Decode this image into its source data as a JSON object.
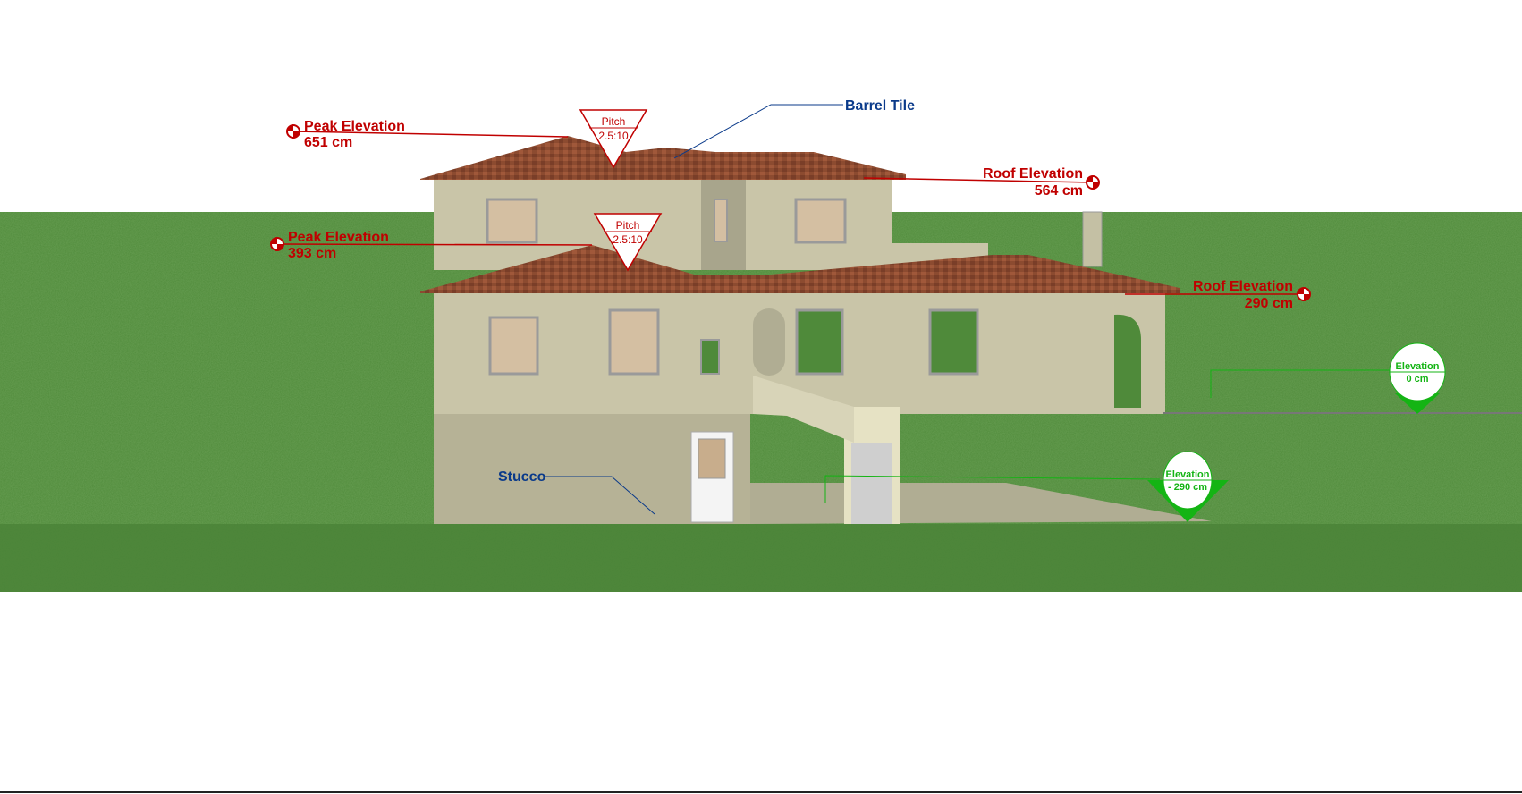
{
  "view": "elevation",
  "colors": {
    "annotation_red": "#c00000",
    "material_blue": "#0a3a8a",
    "elevation_green": "#14b414",
    "grass": "#4f8a3a",
    "stucco": "#c9c5a8",
    "roof": "#8a4a30"
  },
  "annotations": {
    "peak_upper": {
      "title": "Peak Elevation",
      "value": "651 cm"
    },
    "peak_lower": {
      "title": "Peak Elevation",
      "value": "393 cm"
    },
    "roof_upper": {
      "title": "Roof Elevation",
      "value": "564 cm"
    },
    "roof_lower": {
      "title": "Roof Elevation",
      "value": "290 cm"
    },
    "pitch_upper": {
      "title": "Pitch",
      "value": "2.5:10"
    },
    "pitch_lower": {
      "title": "Pitch",
      "value": "2.5:10"
    },
    "elev_ground": {
      "title": "Elevation",
      "value": "0 cm"
    },
    "elev_lower": {
      "title": "Elevation",
      "value": "- 290 cm"
    }
  },
  "materials": {
    "roof": "Barrel Tile",
    "wall": "Stucco"
  }
}
